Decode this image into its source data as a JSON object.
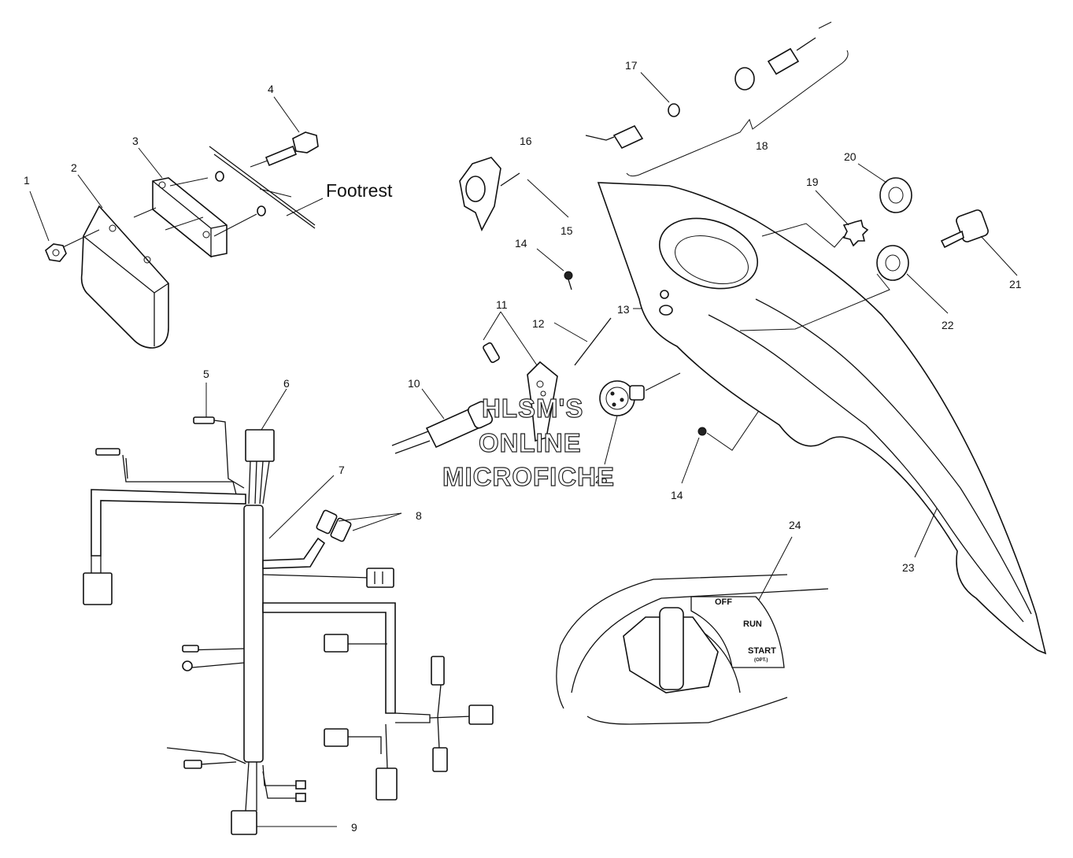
{
  "callouts": {
    "n1": "1",
    "n2": "2",
    "n3": "3",
    "n4": "4",
    "n5": "5",
    "n6": "6",
    "n7": "7",
    "n8": "8",
    "n9": "9",
    "n10": "10",
    "n11": "11",
    "n12": "12",
    "n13": "13",
    "n14a": "14",
    "n14b": "14",
    "n15": "15",
    "n16": "16",
    "n17": "17",
    "n18": "18",
    "n19": "19",
    "n20": "20",
    "n21": "21",
    "n22": "22",
    "n23": "23",
    "n24": "24",
    "n25": "25"
  },
  "footrest_label": "Footrest",
  "switch_positions": {
    "off": "OFF",
    "run": "RUN",
    "start": "START",
    "start_note": "(OPT.)"
  },
  "watermark": {
    "line1": "HLSM'S",
    "line2": "ONLINE",
    "line3": "MICROFICHE"
  }
}
